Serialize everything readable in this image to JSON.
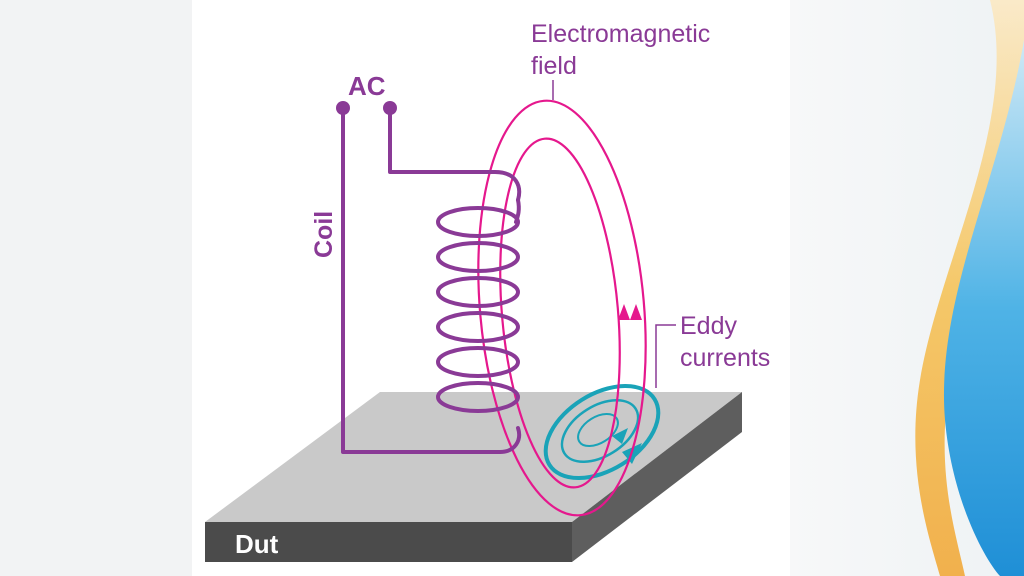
{
  "diagram": {
    "labels": {
      "ac": "AC",
      "coil": "Coil",
      "field_line1": "Electromagnetic",
      "field_line2": "field",
      "eddy_line1": "Eddy",
      "eddy_line2": "currents",
      "dut": "Dut"
    },
    "colors": {
      "coil": "#8a3a96",
      "field": "#e5188d",
      "eddy": "#1aa3b8",
      "plate_top": "#c8c8c8",
      "plate_side": "#555555",
      "plate_front": "#4a4a4a",
      "label_purple": "#8a3a96",
      "label_dut": "#ffffff"
    }
  }
}
